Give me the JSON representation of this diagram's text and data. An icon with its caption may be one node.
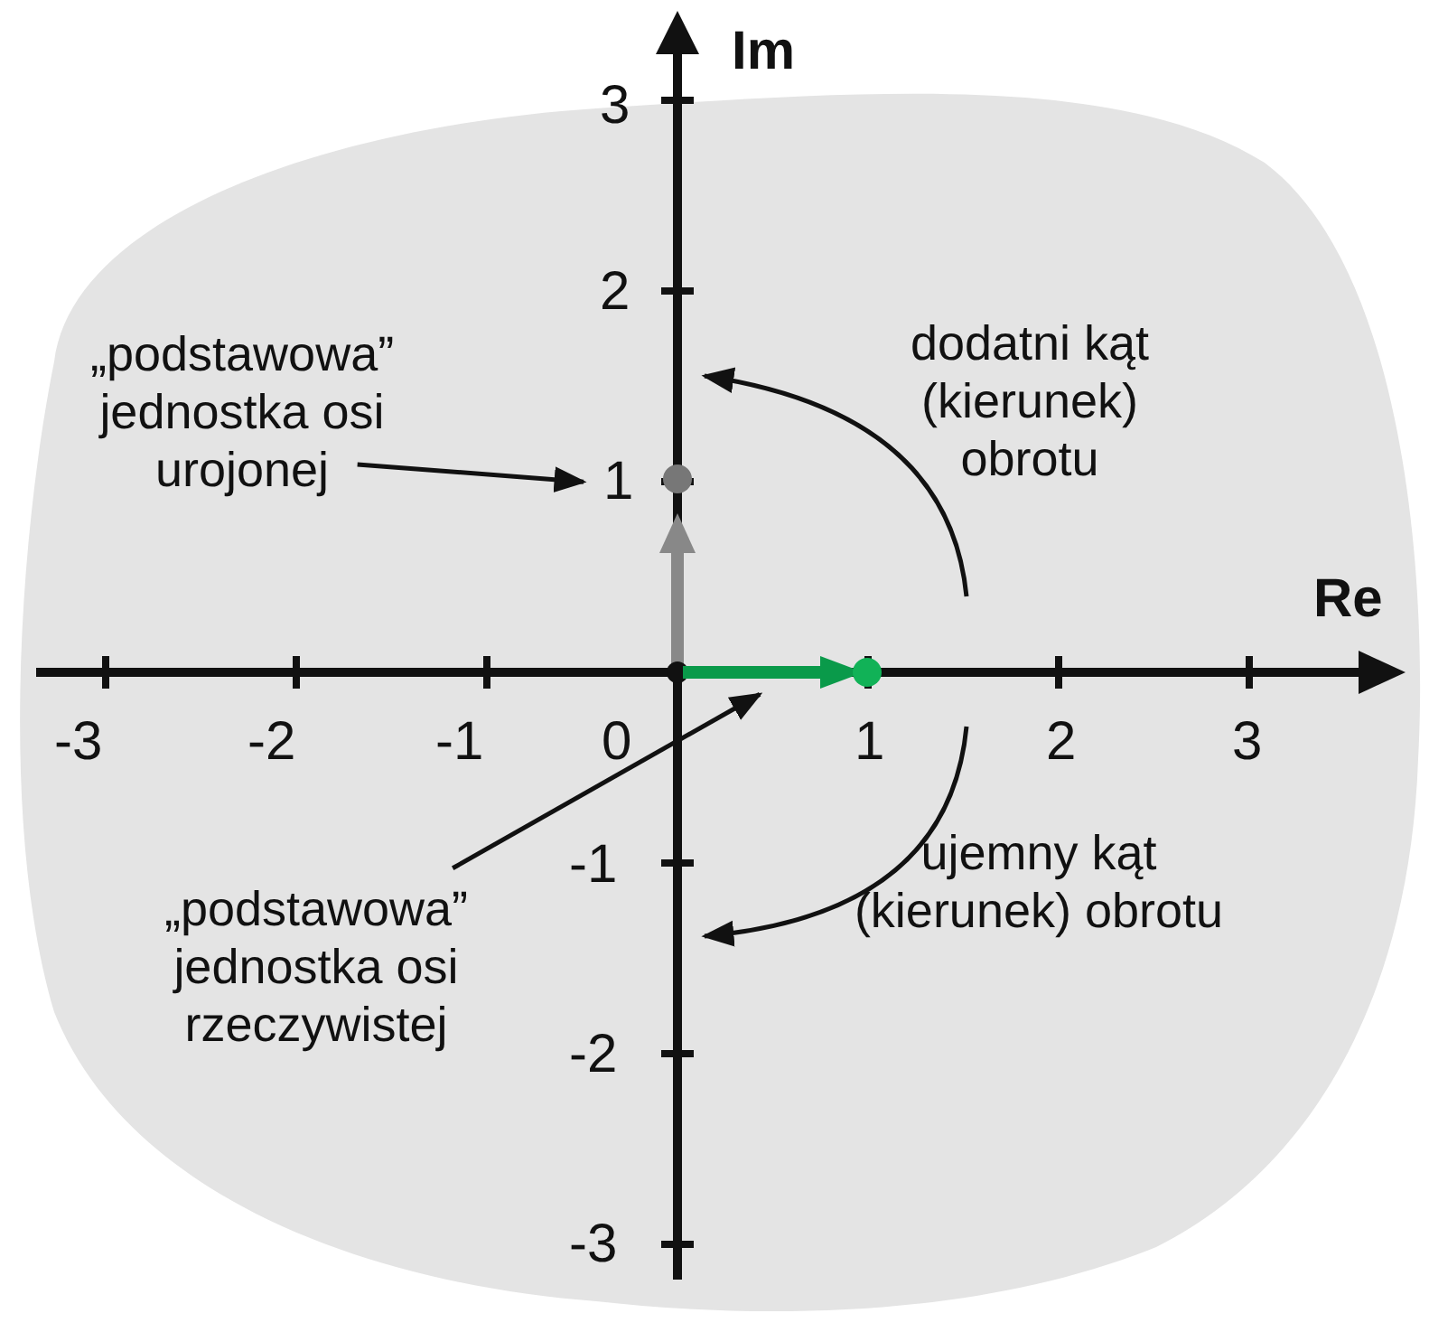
{
  "diagram": {
    "nodes": [
      {
        "text": [
          "„podstawowa” jednostka osi urojonej"
        ]
      },
      {
        "text": [],
        "shape": "circle"
      },
      {
        "text": [
          "„podstawowa” jednostka osi rzeczywistej"
        ]
      },
      {
        "text": [],
        "shape": "arrow"
      }
    ],
    "edges": [
      {
        "from": 0,
        "to": 1,
        "arrow": "to"
      },
      {
        "from": 2,
        "to": 3,
        "arrow": "to"
      }
    ],
    "labels": [
      "Im",
      "3",
      "2",
      "dodatni kąt (kierunek) obrotu",
      "1",
      "Re",
      "-3",
      "-2",
      "-1",
      "0",
      "1",
      "2",
      "3",
      "-1",
      "ujemny kąt (kierunek) obrotu",
      "-2",
      "-3"
    ]
  }
}
